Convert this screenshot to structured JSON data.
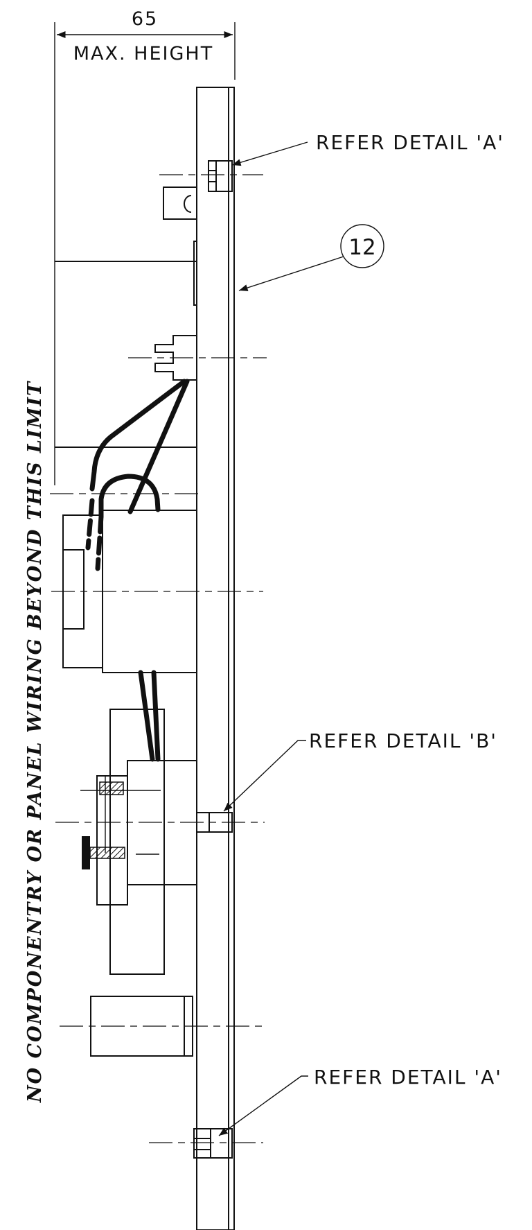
{
  "dimension": {
    "value": "65",
    "label": "MAX. HEIGHT"
  },
  "callouts": {
    "detail_a_top": "REFER DETAIL 'A'",
    "detail_b": "REFER DETAIL 'B'",
    "detail_a_bottom": "REFER DETAIL 'A'",
    "balloon_item": "12"
  },
  "limit_note": "NO COMPONENTRY OR PANEL WIRING BEYOND THIS LIMIT"
}
